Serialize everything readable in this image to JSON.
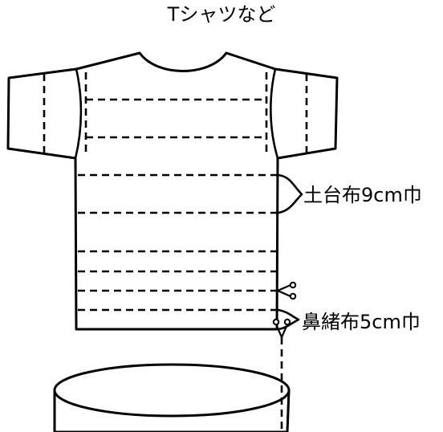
{
  "title": "Tシャツなど",
  "labels": {
    "base_cloth": "土台布9cm巾",
    "strap_cloth": "鼻緒布5cm巾"
  },
  "icons": [
    "scissors-icon"
  ],
  "colors": {
    "line": "#000000",
    "background": "#ffffff"
  }
}
